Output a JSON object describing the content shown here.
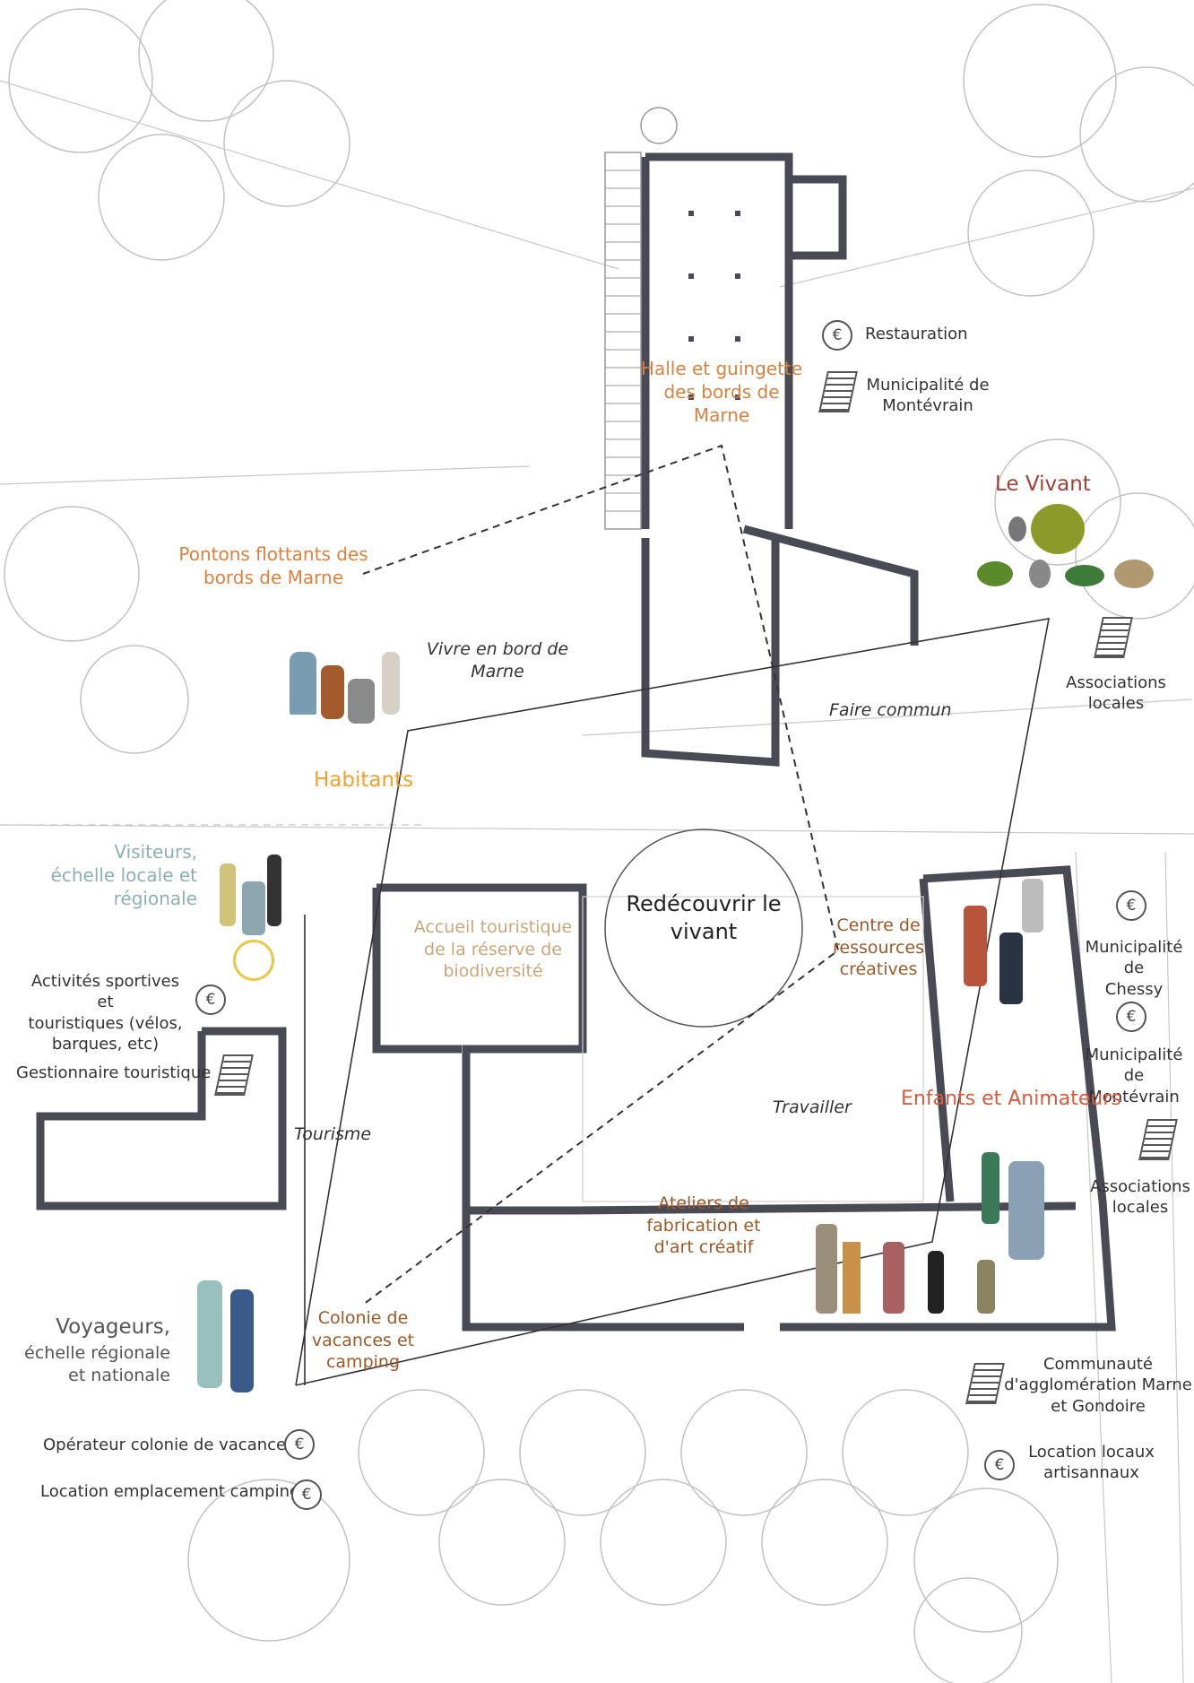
{
  "labels": {
    "halle": "Halle et guingette\ndes bords de\nMarne",
    "restauration": "Restauration",
    "muni_montevrain_top": "Municipalité de\nMontévrain",
    "le_vivant": "Le Vivant",
    "pontons": "Pontons flottants des\nbords de Marne",
    "vivre": "Vivre en bord de\nMarne",
    "faire_commun": "Faire commun",
    "assoc_top": "Associations\nlocales",
    "habitants": "Habitants",
    "visiteurs": "Visiteurs,\néchelle locale et\nrégionale",
    "accueil": "Accueil touristique\nde la réserve de\nbiodiversité",
    "redecouvrir": "Redécouvrir le\nvivant",
    "centre": "Centre de\nressources\ncréatives",
    "muni_chessy": "Municipalité de\nChessy",
    "muni_montevrain_right": "Municipalité de\nMontévrain",
    "activites": "Activités sportives et\ntouristiques (vélos,\nbarques, etc)",
    "gestionnaire": "Gestionnaire touristique",
    "tourisme": "Tourisme",
    "travailler": "Travailler",
    "enfants": "Enfants et Animateurs",
    "assoc_right": "Associations\nlocales",
    "ateliers": "Ateliers de\nfabrication et\nd'art créatif",
    "voyageurs": "Voyageurs,",
    "voyageurs_sub": "échelle régionale\net nationale",
    "colonie": "Colonie de\nvacances et\ncamping",
    "communaute": "Communauté\nd'agglomération Marne\net Gondoire",
    "operateur": "Opérateur colonie de vacance",
    "location_camping": "Location emplacement camping",
    "location_locaux": "Location locaux\nartisannaux"
  },
  "icons": {
    "euro_symbol": "€"
  },
  "colors": {
    "wall": "#4a4a55",
    "tree_line": "#b8b8b8",
    "thin_line": "#c8c8c8"
  }
}
